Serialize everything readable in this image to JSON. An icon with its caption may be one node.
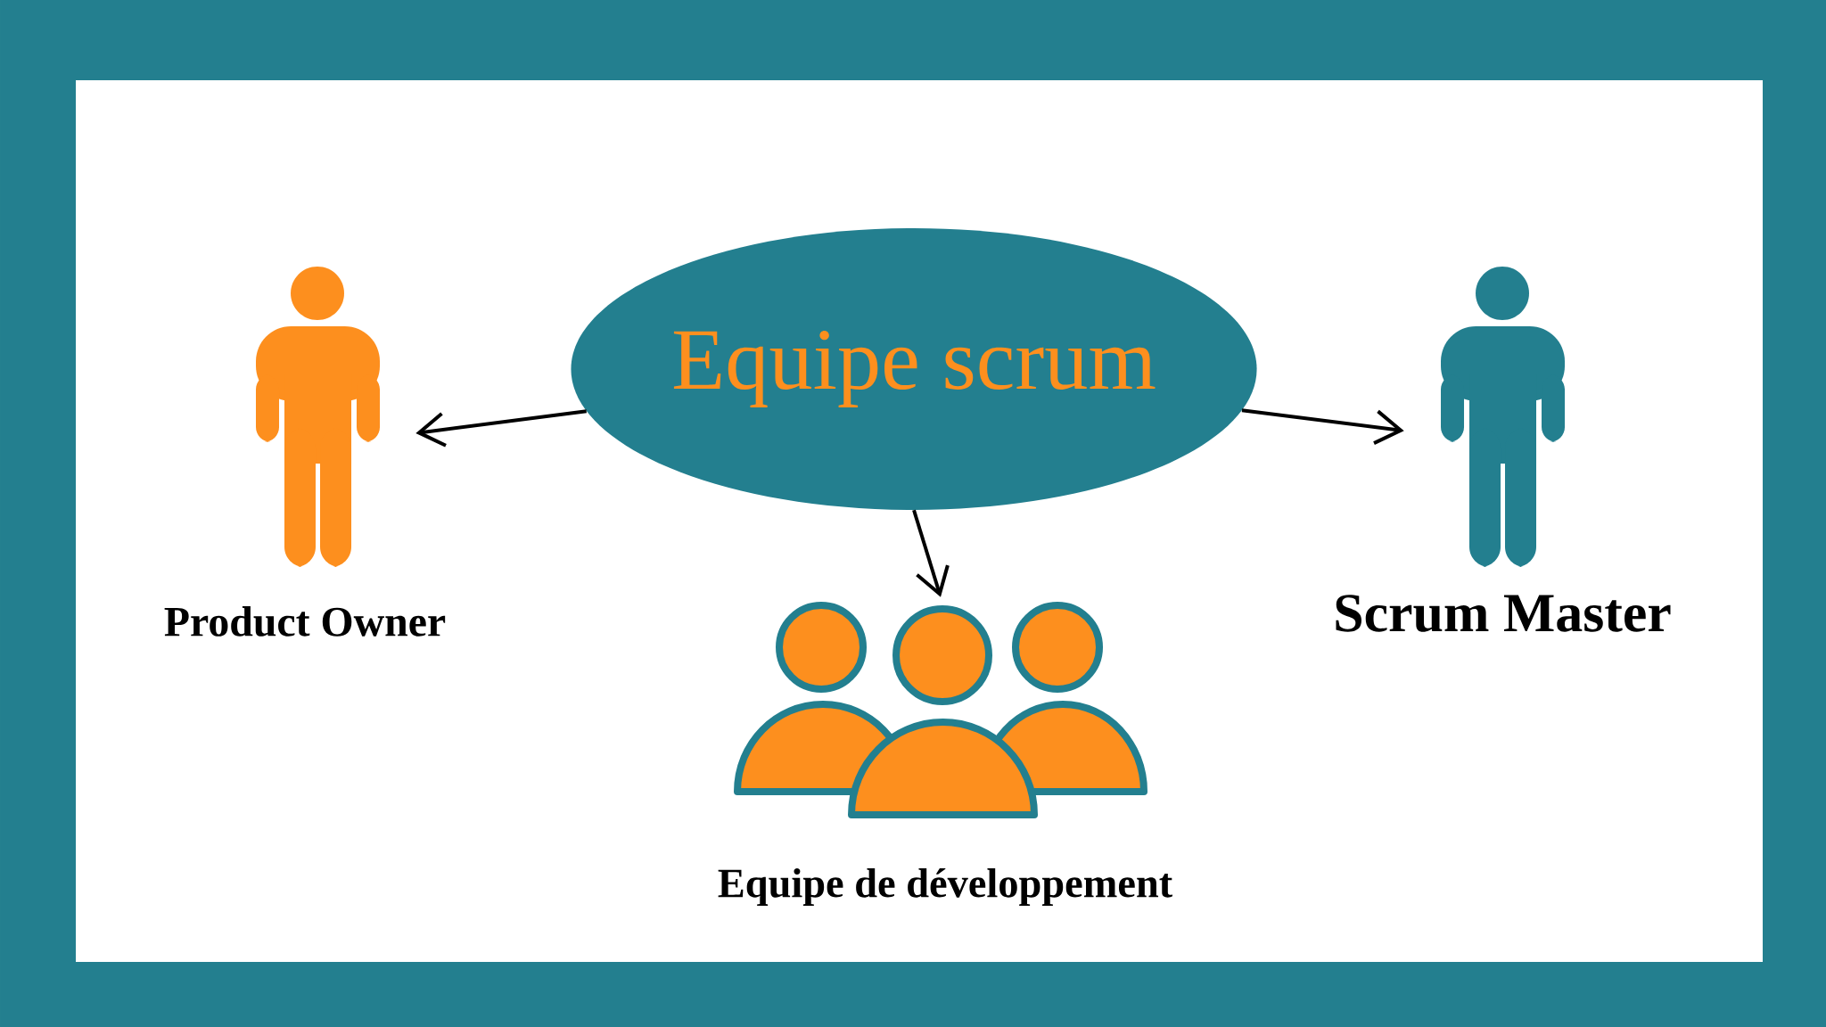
{
  "diagram": {
    "nodes": [
      {
        "text": [
          "Equipe scrum"
        ]
      },
      {
        "text": [
          "Product Owner"
        ]
      },
      {
        "text": [
          "Scrum Master"
        ]
      },
      {
        "text": [
          "Equipe de développement"
        ]
      }
    ],
    "edges": [
      {
        "from": 0,
        "to": 1,
        "arrow": "to"
      },
      {
        "from": 0,
        "to": 2,
        "arrow": "to"
      },
      {
        "from": 0,
        "to": 3,
        "arrow": "to"
      }
    ]
  }
}
